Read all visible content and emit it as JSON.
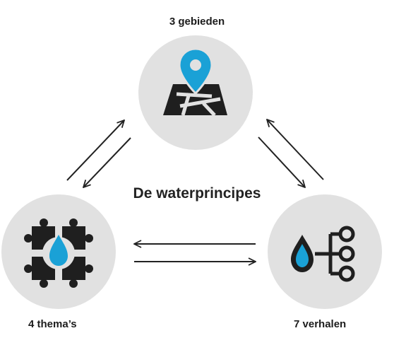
{
  "title": "De waterprincipes",
  "nodes": {
    "top": {
      "label": "3 gebieden",
      "icon": "map-location-icon"
    },
    "left": {
      "label": "4 thema’s",
      "icon": "puzzle-waterdrop-icon"
    },
    "right": {
      "label": "7 verhalen",
      "icon": "waterdrop-branches-icon"
    }
  },
  "colors": {
    "circle": "#e1e1e1",
    "icon": "#1f1f1f",
    "accent": "#1aa1d6",
    "arrow": "#222222",
    "text": "#1c1c1c"
  }
}
